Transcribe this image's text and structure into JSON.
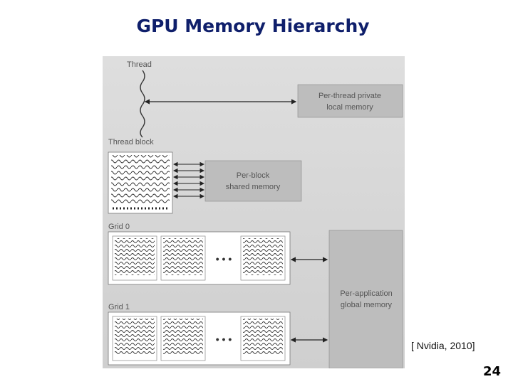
{
  "slide": {
    "title": "GPU Memory Hierarchy",
    "citation": "[ Nvidia, 2010]",
    "page_number": "24"
  },
  "diagram": {
    "thread_label": "Thread",
    "thread_block_label": "Thread block",
    "grid0_label": "Grid 0",
    "grid1_label": "Grid 1",
    "ellipsis": "• • •",
    "local_memory": {
      "line1": "Per-thread private",
      "line2": "local memory"
    },
    "shared_memory": {
      "line1": "Per-block",
      "line2": "shared memory"
    },
    "global_memory": {
      "line1": "Per-application",
      "line2": "global memory"
    }
  },
  "colors": {
    "title": "#0f1f6b",
    "memory_box": "#bdbdbd",
    "figure_bg": "#d8d8d8",
    "diagram_text": "#555555"
  }
}
